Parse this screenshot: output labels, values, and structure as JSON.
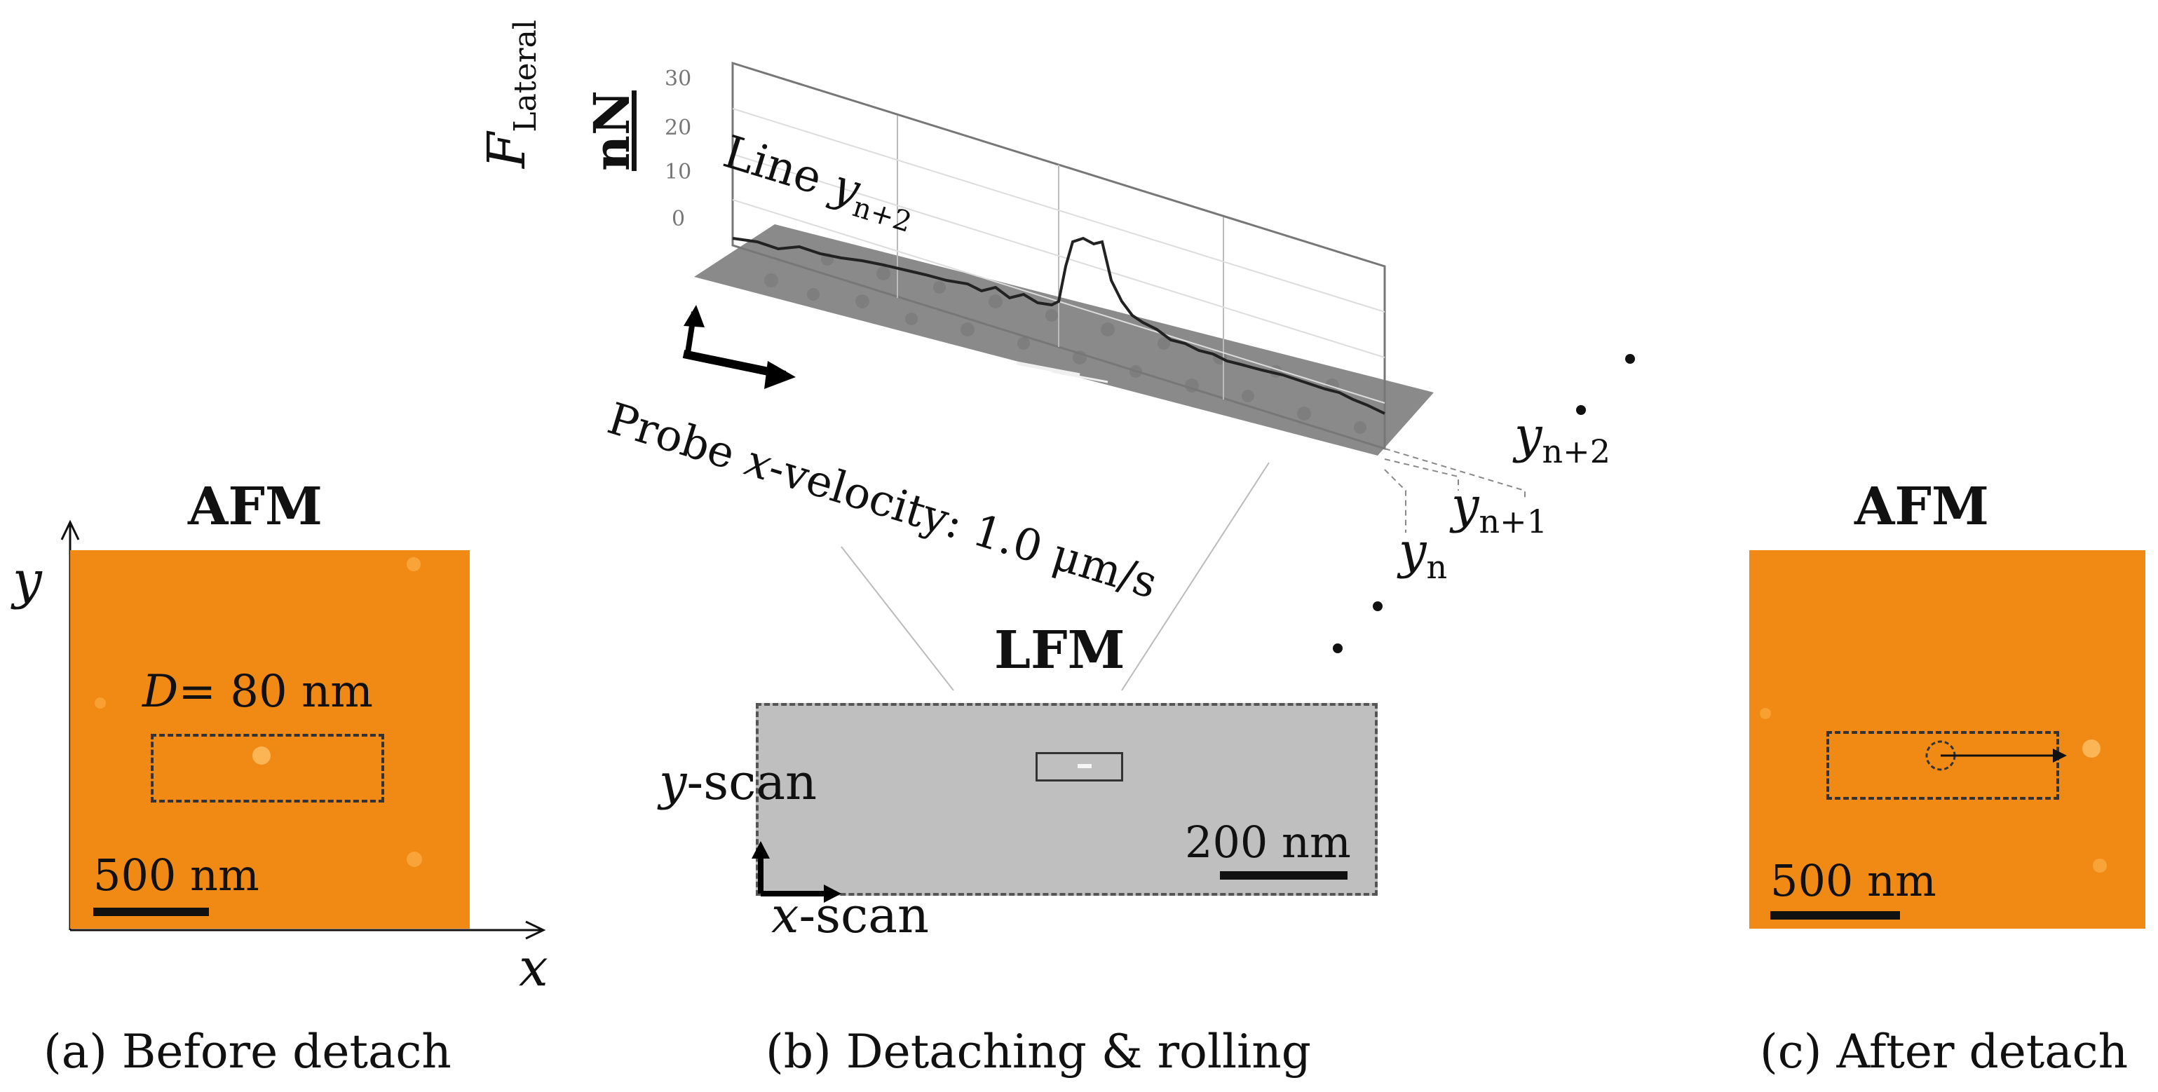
{
  "panel_a": {
    "title": "AFM",
    "axis_y": "y",
    "axis_x": "x",
    "diameter_var": "D",
    "diameter_text": "= 80 nm",
    "scale": "500 nm",
    "caption": "(a) Before detach"
  },
  "panel_b": {
    "force_axis_var": "F",
    "force_axis_sub": "Lateral",
    "force_axis_unit": "nN",
    "force_ticks": [
      "30",
      "20",
      "10",
      "0"
    ],
    "line_label": "Line",
    "line_var": "y",
    "line_sub": "n+2",
    "velocity_pre": "Probe ",
    "velocity_var": "x",
    "velocity_post": "-velocity: 1.0 μm/s",
    "rows": [
      {
        "var": "y",
        "sub": "n+2"
      },
      {
        "var": "y",
        "sub": "n+1"
      },
      {
        "var": "y",
        "sub": "n"
      }
    ],
    "lfm_title": "LFM",
    "y_scan_var": "y",
    "y_scan_text": "-scan",
    "x_scan_var": "x",
    "x_scan_text": "-scan",
    "scale": "200 nm",
    "caption": "(b) Detaching & rolling"
  },
  "panel_c": {
    "title": "AFM",
    "scale": "500 nm",
    "caption": "(c) After detach"
  },
  "colors": {
    "afm_orange": "#f08a14",
    "lfm_gray": "#bfbfbf",
    "ink": "#111111"
  }
}
